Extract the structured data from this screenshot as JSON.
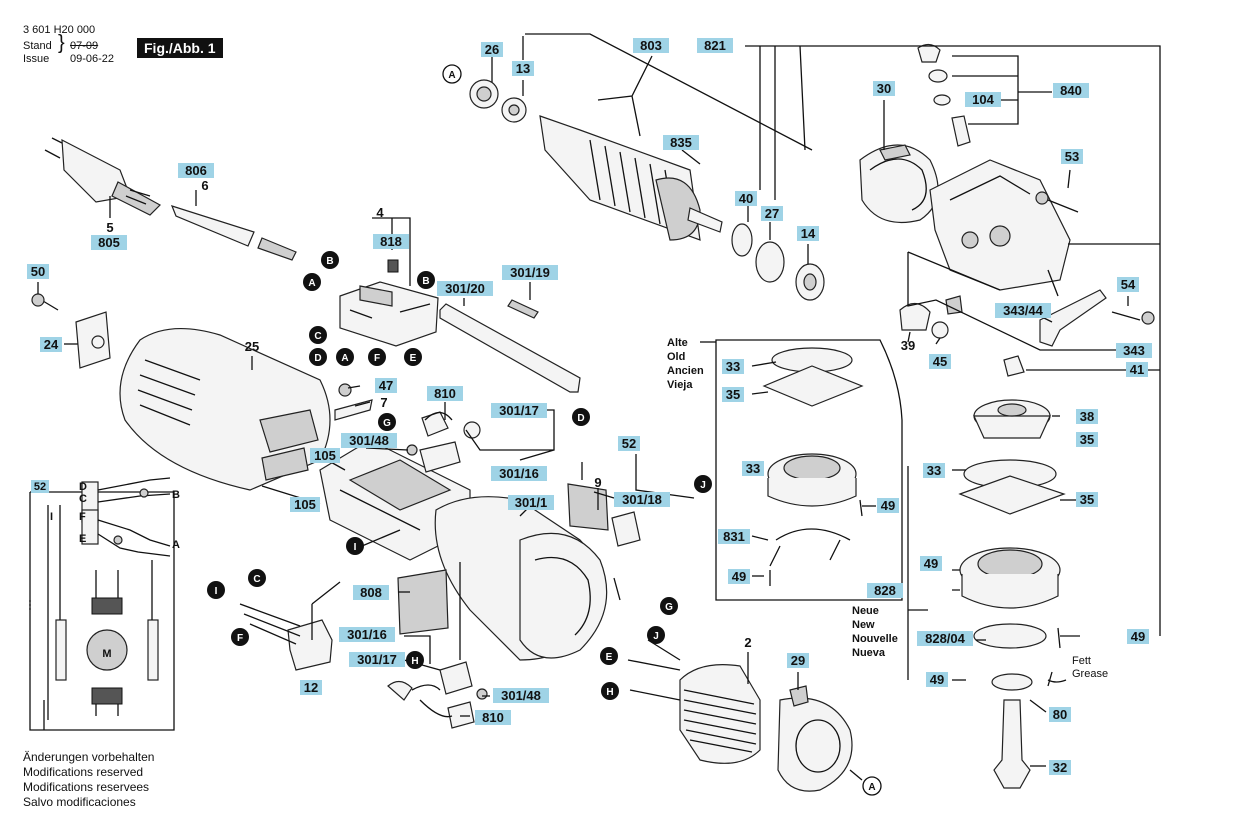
{
  "header": {
    "part_number": "3 601 H20 000",
    "stand_label": "Stand",
    "issue_label": "Issue",
    "stand_date": "07-09",
    "issue_date": "09-06-22",
    "figure": "Fig./Abb. 1"
  },
  "notes": [
    "Änderungen vorbehalten",
    "Modifications reserved",
    "Modifications reservees",
    "Salvo modificaciones"
  ],
  "old_group": [
    "Alte",
    "Old",
    "Ancien",
    "Vieja"
  ],
  "new_group": [
    "Neue",
    "New",
    "Nouvelle",
    "Nueva"
  ],
  "grease": [
    "Fett",
    "Grease"
  ],
  "wiring": {
    "part": "52",
    "terminals": [
      "D",
      "C",
      "F",
      "E",
      "I",
      "B",
      "A"
    ],
    "motor": "M"
  },
  "parts": [
    "26",
    "13",
    "803",
    "821",
    "30",
    "104",
    "840",
    "835",
    "53",
    "806",
    "6",
    "5",
    "805",
    "40",
    "27",
    "14",
    "4",
    "818",
    "301/20",
    "301/19",
    "50",
    "24",
    "25",
    "343/44",
    "54",
    "39",
    "45",
    "343",
    "41",
    "47",
    "7",
    "810",
    "301/17",
    "38",
    "301/48",
    "301/16",
    "52",
    "105",
    "105",
    "9",
    "301/1",
    "301/18",
    "33",
    "35",
    "49",
    "831",
    "49",
    "33",
    "35",
    "808",
    "2",
    "29",
    "828",
    "301/16",
    "301/17",
    "301/48",
    "810",
    "12",
    "828/04",
    "49",
    "49",
    "80",
    "32",
    "33",
    "35",
    "49"
  ],
  "markers": [
    "A",
    "B",
    "A",
    "B",
    "C",
    "D",
    "A",
    "F",
    "E",
    "G",
    "D",
    "J",
    "I",
    "I",
    "C",
    "F",
    "H",
    "G",
    "J",
    "E",
    "H",
    "A"
  ]
}
